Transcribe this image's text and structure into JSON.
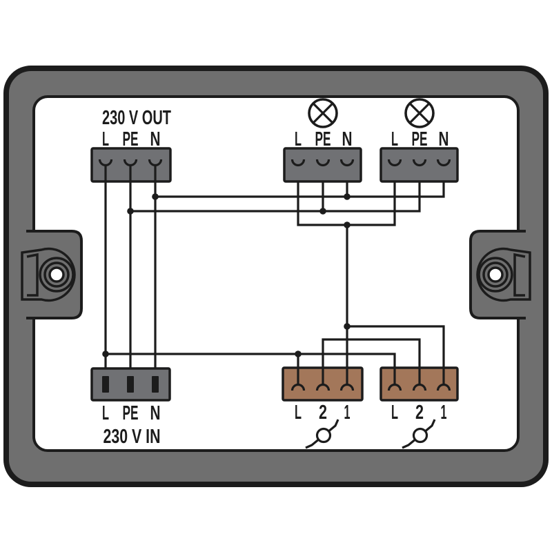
{
  "diagram_type": "wiring-diagram-distribution-box",
  "colors": {
    "frame_gray": "#6f6f6f",
    "block_gray": "#707174",
    "switch_brown": "#a3775a",
    "wire_black": "#1c1c1c",
    "panel_white": "#ffffff"
  },
  "icons": {
    "lamp": "circle-with-x",
    "switch": "rotary-switch-symbol",
    "mount": "screw-lug-with-hole"
  },
  "blocks": {
    "out": {
      "title": "230 V OUT",
      "terminals": [
        "L",
        "PE",
        "N"
      ]
    },
    "in": {
      "title": "230 V IN",
      "terminals": [
        "L",
        "PE",
        "N"
      ]
    },
    "lamp1": {
      "terminals": [
        "L",
        "PE",
        "N"
      ]
    },
    "lamp2": {
      "terminals": [
        "L",
        "PE",
        "N"
      ]
    },
    "switch1": {
      "terminals": [
        "L",
        "2",
        "1"
      ]
    },
    "switch2": {
      "terminals": [
        "L",
        "2",
        "1"
      ]
    }
  }
}
